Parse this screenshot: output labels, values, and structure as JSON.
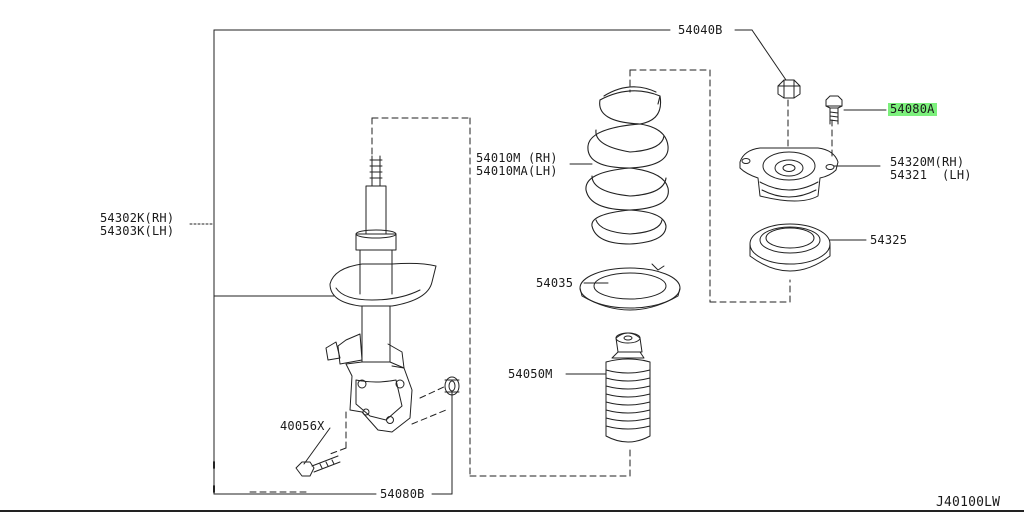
{
  "diagram": {
    "reference_code": "J40100LW",
    "accent_color": "#7cf07c",
    "line_color": "#222222",
    "parts": [
      {
        "id": "p54040B",
        "number": "54040B",
        "highlighted": false
      },
      {
        "id": "p54080A",
        "number": "54080A",
        "highlighted": true
      },
      {
        "id": "p54010M",
        "number": "54010M (RH)"
      },
      {
        "id": "p54010MA",
        "number": "54010MA(LH)"
      },
      {
        "id": "p54320M",
        "number": "54320M(RH)"
      },
      {
        "id": "p54321",
        "number": "54321  (LH)"
      },
      {
        "id": "p54302K",
        "number": "54302K(RH)"
      },
      {
        "id": "p54303K",
        "number": "54303K(LH)"
      },
      {
        "id": "p54325",
        "number": "54325"
      },
      {
        "id": "p54035",
        "number": "54035"
      },
      {
        "id": "p54050M",
        "number": "54050M"
      },
      {
        "id": "p40056X",
        "number": "40056X"
      },
      {
        "id": "p54080B",
        "number": "54080B"
      }
    ]
  }
}
